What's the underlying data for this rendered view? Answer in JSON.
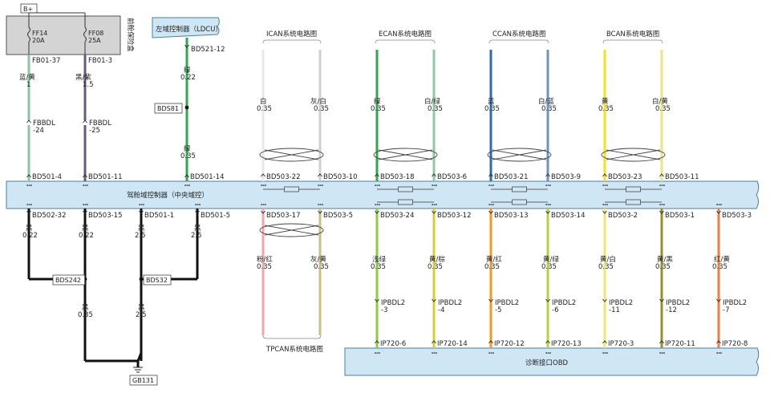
{
  "battery": "B+",
  "fuse_box": {
    "label": "前舱保险盒",
    "fuses": [
      {
        "id": "FF14",
        "rating": "20A"
      },
      {
        "id": "FF08",
        "rating": "25A"
      }
    ]
  },
  "ldcu": {
    "title": "左域控制器（LDCU）",
    "pin": "BD521-12",
    "wire_top": {
      "color": "绿",
      "size": "0.22"
    },
    "splice": "BDS81",
    "wire_bottom": {
      "color": "绿",
      "size": "0.35"
    }
  },
  "section_titles": {
    "ican": "ICAN系统电路图",
    "ecan": "ECAN系统电路图",
    "ccan": "CCAN系统电路图",
    "bcan": "BCAN系统电路图",
    "tpcan": "TPCAN系统电路图"
  },
  "central_controller": "驾舱域控制器（中央域控）",
  "obd": "诊断接口OBD",
  "upper_left": [
    {
      "from": "FB01-37",
      "color": "蓝/黄",
      "size": "1",
      "conn": "FBBDL",
      "conn_pin": "-24",
      "to": "BD501-4"
    },
    {
      "from": "FB01-3",
      "color": "黑/紫",
      "size": "1.5",
      "conn": "FBBDL",
      "conn_pin": "-25",
      "to": "BD501-11"
    }
  ],
  "ldcu_to": "BD501-14",
  "upper_pairs": [
    {
      "wires": [
        {
          "color": "白",
          "size": "0.35",
          "pin": "BD503-22"
        },
        {
          "color": "灰/白",
          "size": "0.35",
          "pin": "BD503-10"
        }
      ]
    },
    {
      "wires": [
        {
          "color": "绿",
          "size": "0.35",
          "pin": "BD503-18"
        },
        {
          "color": "白/绿",
          "size": "0.35",
          "pin": "BD503-6"
        }
      ]
    },
    {
      "wires": [
        {
          "color": "蓝",
          "size": "0.35",
          "pin": "BD503-21"
        },
        {
          "color": "白/蓝",
          "size": "0.35",
          "pin": "BD503-9"
        }
      ]
    },
    {
      "wires": [
        {
          "color": "黄",
          "size": "0.35",
          "pin": "BD503-23"
        },
        {
          "color": "白/黄",
          "size": "0.35",
          "pin": "BD503-11"
        }
      ]
    }
  ],
  "ground": {
    "pins": [
      "BD502-32",
      "BD503-15",
      "BD501-1",
      "BD501-5"
    ],
    "wires": [
      {
        "color": "黑",
        "size": "0.22"
      },
      {
        "color": "黑",
        "size": "0.22"
      },
      {
        "color": "黑",
        "size": "2.5"
      },
      {
        "color": "黑",
        "size": "2.5"
      }
    ],
    "splices": [
      "BDS242",
      "BDS32"
    ],
    "joined": [
      {
        "color": "黑",
        "size": "0.35"
      },
      {
        "color": "黑",
        "size": "2.5"
      }
    ],
    "ground_point": "GB131"
  },
  "tpcan_pins": [
    "BD503-17",
    "BD503-5"
  ],
  "tpcan_wires": [
    {
      "color": "粉/红",
      "size": "0.35"
    },
    {
      "color": "灰/黄",
      "size": "0.35"
    }
  ],
  "lower_cols": [
    {
      "pin": "BD503-24",
      "color": "浅绿",
      "size": "0.35",
      "conn": "IPBDL2",
      "conn_pin": "-3",
      "obd": "IP720-6"
    },
    {
      "pin": "BD503-12",
      "color": "黄/棕",
      "size": "0.35",
      "conn": "IPBDL2",
      "conn_pin": "-4",
      "obd": "IP720-14"
    },
    {
      "pin": "BD503-13",
      "color": "黄/红",
      "size": "0.35",
      "conn": "IPBDL2",
      "conn_pin": "-5",
      "obd": "IP720-12"
    },
    {
      "pin": "BD503-14",
      "color": "黄/绿",
      "size": "0.35",
      "conn": "IPBDL2",
      "conn_pin": "-6",
      "obd": "IP720-13"
    },
    {
      "pin": "BD503-2",
      "color": "黄/白",
      "size": "0.35",
      "conn": "IPBDL2",
      "conn_pin": "-11",
      "obd": "IP720-3"
    },
    {
      "pin": "BD503-1",
      "color": "黄/黑",
      "size": "0.35",
      "conn": "IPBDL2",
      "conn_pin": "-12",
      "obd": "IP720-11"
    },
    {
      "pin": "BD503-3",
      "color": "红/黄",
      "size": "0.35",
      "conn": "IPBDL2",
      "conn_pin": "-7",
      "obd": "IP720-8"
    }
  ],
  "colors": {
    "box_fill": "#cfe6f5",
    "box_stroke": "#4a7fa6",
    "fuse_fill": "#d4d4d4",
    "ground_wire": "#111111",
    "blue_yellow": "#8fc4a2",
    "black_purple": "#6b5a80",
    "green": "#2fa84f",
    "white": "#e8e8e8",
    "grey_white": "#cfcfcf",
    "white_green": "#8ccba0",
    "blue": "#2a6db5",
    "white_blue": "#6f93c0",
    "yellow": "#f4e21c",
    "white_yellow": "#ece582",
    "pink_red": "#f1a7ad",
    "grey_yellow": "#c9c087",
    "light_green": "#8ccc3d",
    "yellow_brown": "#d6cf33",
    "yellow_red": "#f39a1f",
    "yellow_green": "#b6d23c",
    "yellow_white": "#efe672",
    "yellow_black": "#9a9020",
    "red_yellow": "#ee7f44"
  }
}
